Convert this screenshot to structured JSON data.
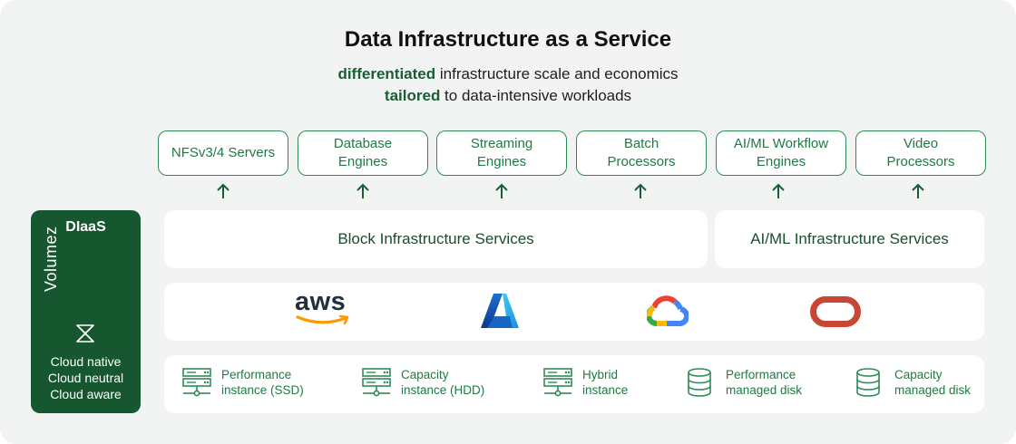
{
  "title": "Data Infrastructure as a Service",
  "subtitle_line1": {
    "highlight": "differentiated",
    "rest": " infrastructure scale and economics"
  },
  "subtitle_line2": {
    "highlight": "tailored",
    "rest": " to data-intensive workloads"
  },
  "consumers": [
    {
      "line1": "NFSv3/4 Servers",
      "line2": ""
    },
    {
      "line1": "Database",
      "line2": "Engines"
    },
    {
      "line1": "Streaming",
      "line2": "Engines"
    },
    {
      "line1": "Batch",
      "line2": "Processors"
    },
    {
      "line1": "AI/ML Workflow",
      "line2": "Engines"
    },
    {
      "line1": "Video",
      "line2": "Processors"
    }
  ],
  "services": {
    "block": "Block Infrastructure Services",
    "aiml": "AI/ML Infrastructure Services"
  },
  "dlaas": {
    "title": "DIaaS",
    "brand": "Volumez",
    "lines": [
      "Cloud native",
      "Cloud neutral",
      "Cloud aware"
    ]
  },
  "clouds": [
    {
      "icon": "aws-logo-icon",
      "text": "aws"
    },
    {
      "icon": "azure-logo-icon"
    },
    {
      "icon": "google-cloud-logo-icon"
    },
    {
      "icon": "oracle-cloud-logo-icon"
    }
  ],
  "storage": [
    {
      "icon": "server-icon",
      "label": "Performance\ninstance (SSD)"
    },
    {
      "icon": "server-icon",
      "label": "Capacity\ninstance (HDD)"
    },
    {
      "icon": "server-icon",
      "label": "Hybrid\ninstance"
    },
    {
      "icon": "disk-icon",
      "label": "Performance\nmanaged disk"
    },
    {
      "icon": "disk-icon",
      "label": "Capacity\nmanaged disk"
    }
  ],
  "colors": {
    "accent_green": "#1f7a45",
    "dark_green": "#17572f",
    "background": "#f2f4f3"
  }
}
